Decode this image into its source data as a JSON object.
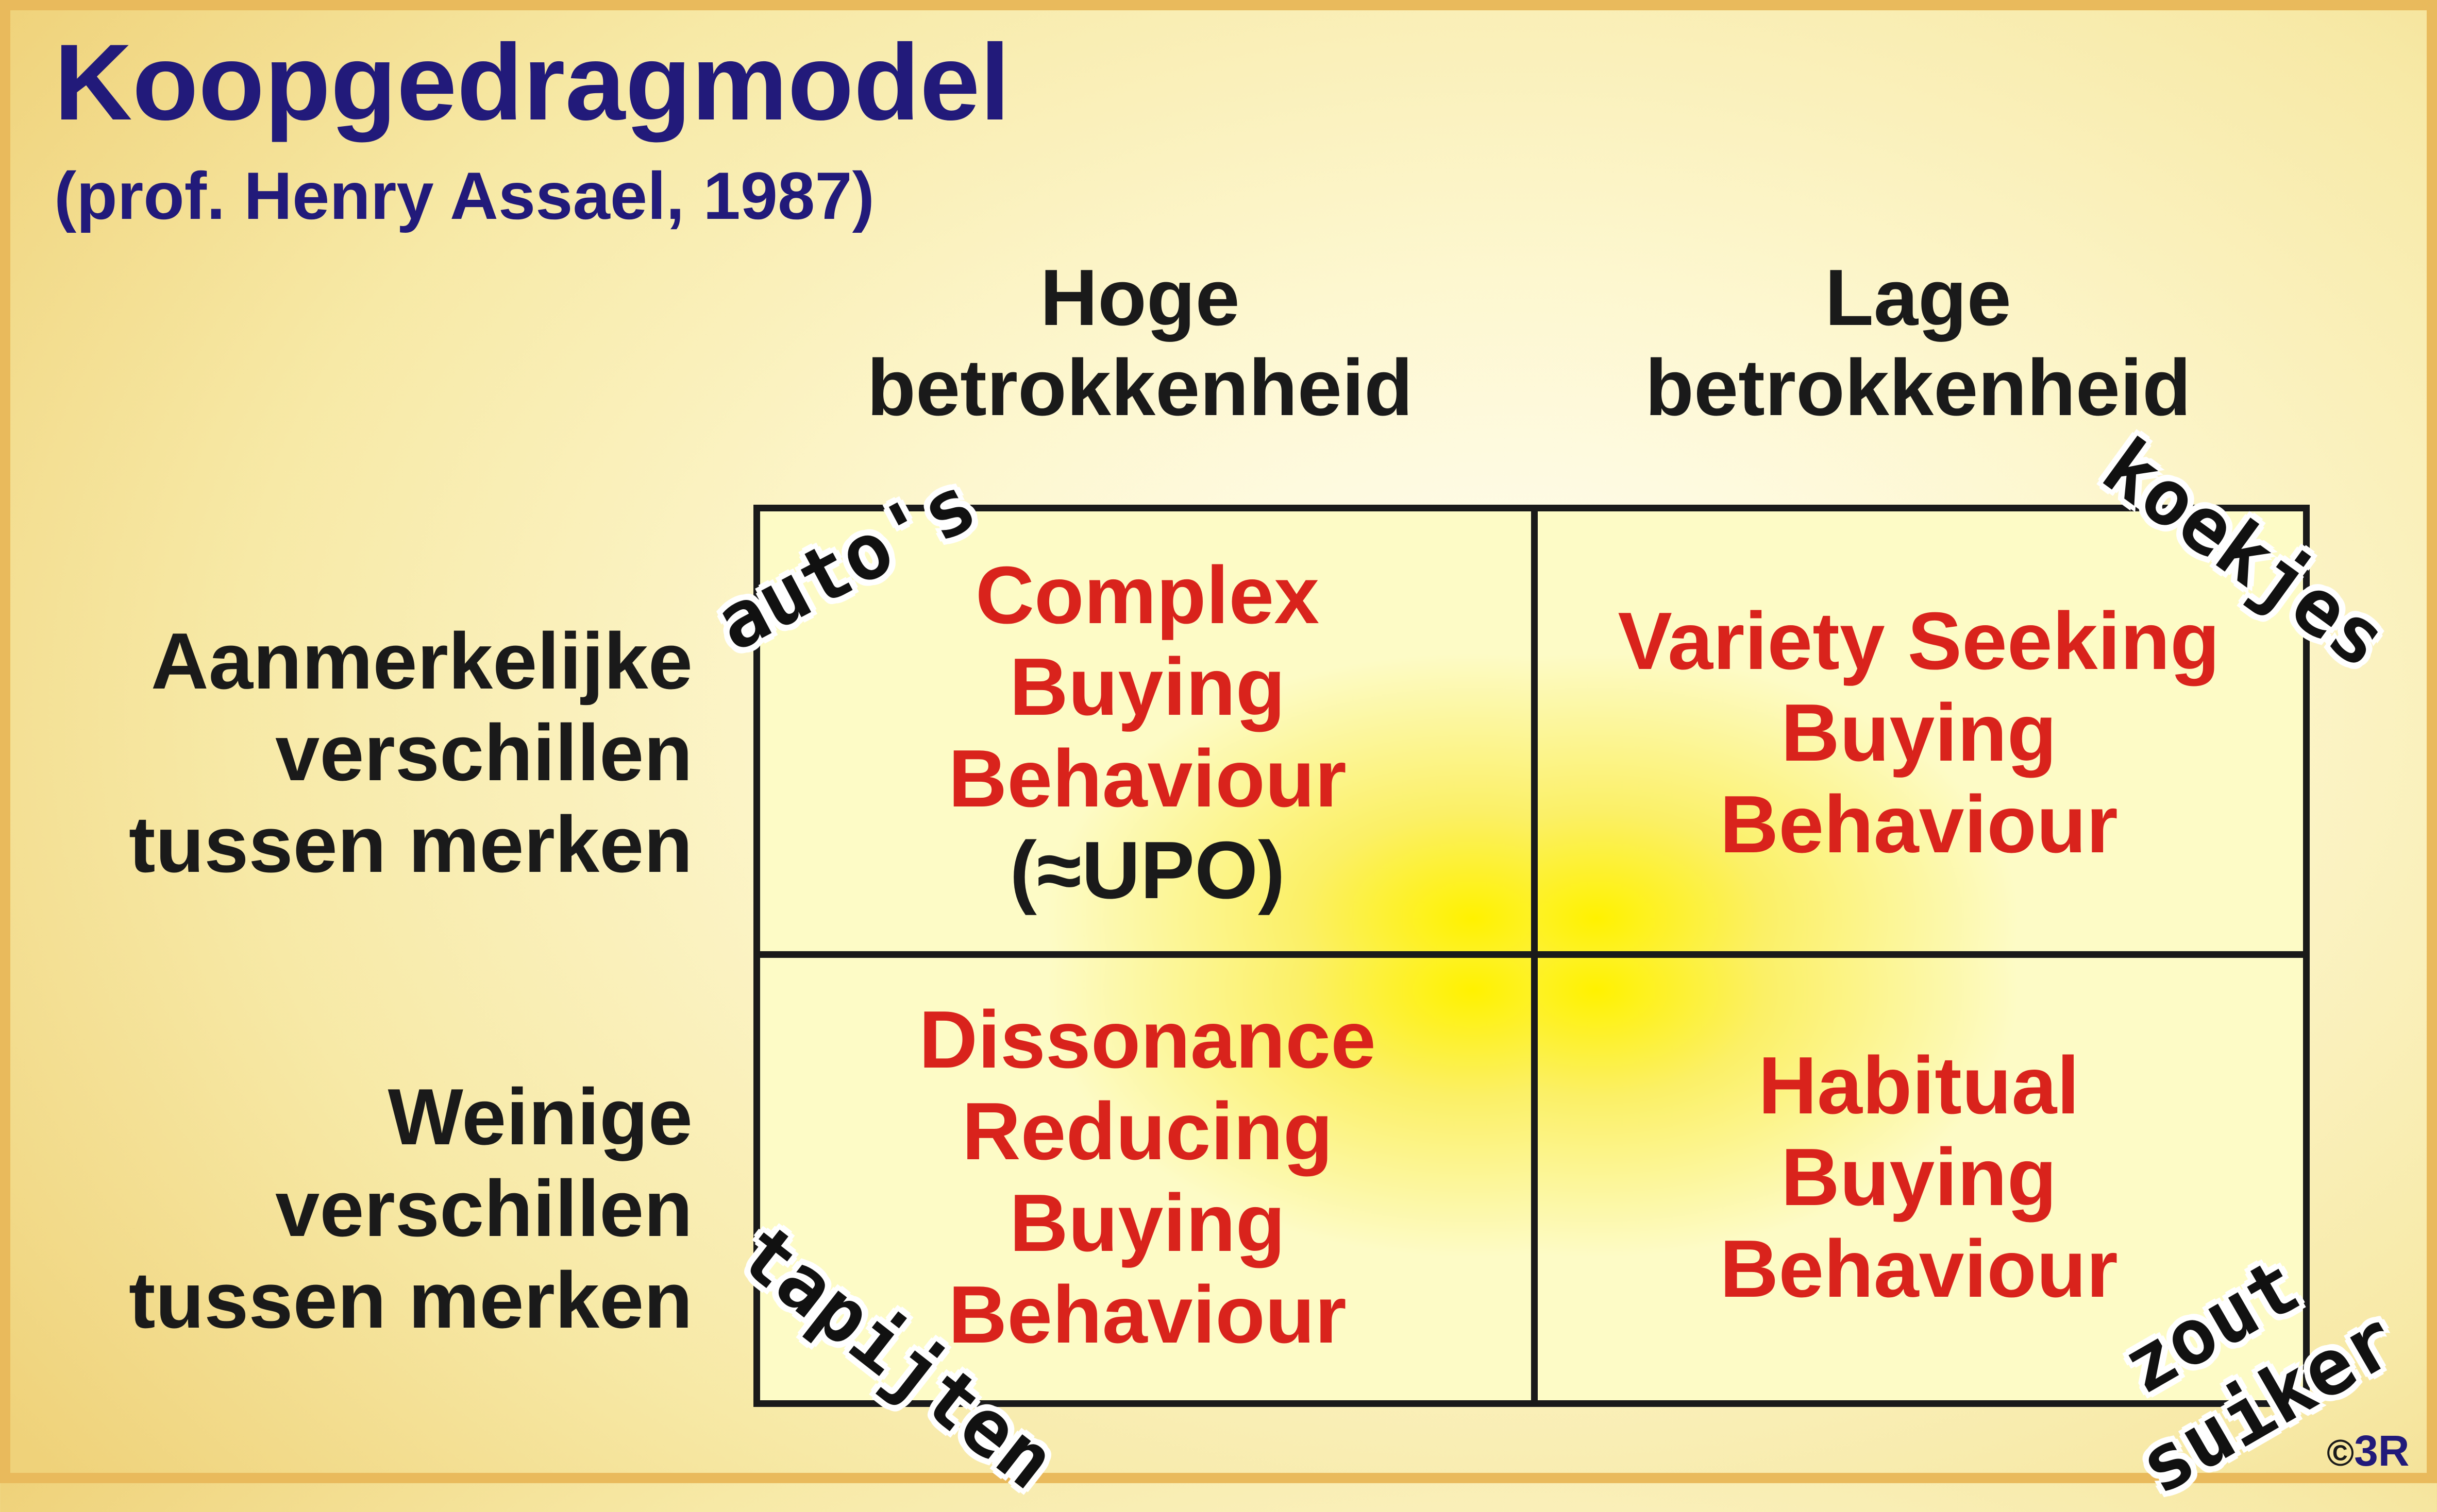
{
  "title": "Koopgedragmodel",
  "subtitle": "(prof. Henry Assael, 1987)",
  "columns": [
    {
      "line1": "Hoge",
      "line2": "betrokkenheid"
    },
    {
      "line1": "Lage",
      "line2": "betrokkenheid"
    }
  ],
  "rows": [
    {
      "line1": "Aanmerkelijke",
      "line2": "verschillen",
      "line3": "tussen merken"
    },
    {
      "line1": "Weinige",
      "line2": "verschillen",
      "line3": "tussen merken"
    }
  ],
  "cells": {
    "complex": {
      "line1": "Complex",
      "line2": "Buying",
      "line3": "Behaviour",
      "note": "(≈UPO)"
    },
    "variety": {
      "line1": "Variety Seeking",
      "line2": "Buying",
      "line3": "Behaviour"
    },
    "dissonance": {
      "line1": "Dissonance",
      "line2": "Reducing",
      "line3": "Buying",
      "line4": "Behaviour"
    },
    "habitual": {
      "line1": "Habitual",
      "line2": "Buying",
      "line3": "Behaviour"
    }
  },
  "stickers": {
    "autos": "auto's",
    "koekjes": "koekjes",
    "tapijten": "tapijten",
    "zout": "zout",
    "suiker": "suiker"
  },
  "copyright": {
    "symbol": "©",
    "logo": "3R"
  },
  "colors": {
    "title": "#221a7a",
    "cell_text": "#d9231c",
    "label_text": "#1a1a1a",
    "cell_highlight": "#fff200",
    "frame": "#e9ba5c"
  }
}
